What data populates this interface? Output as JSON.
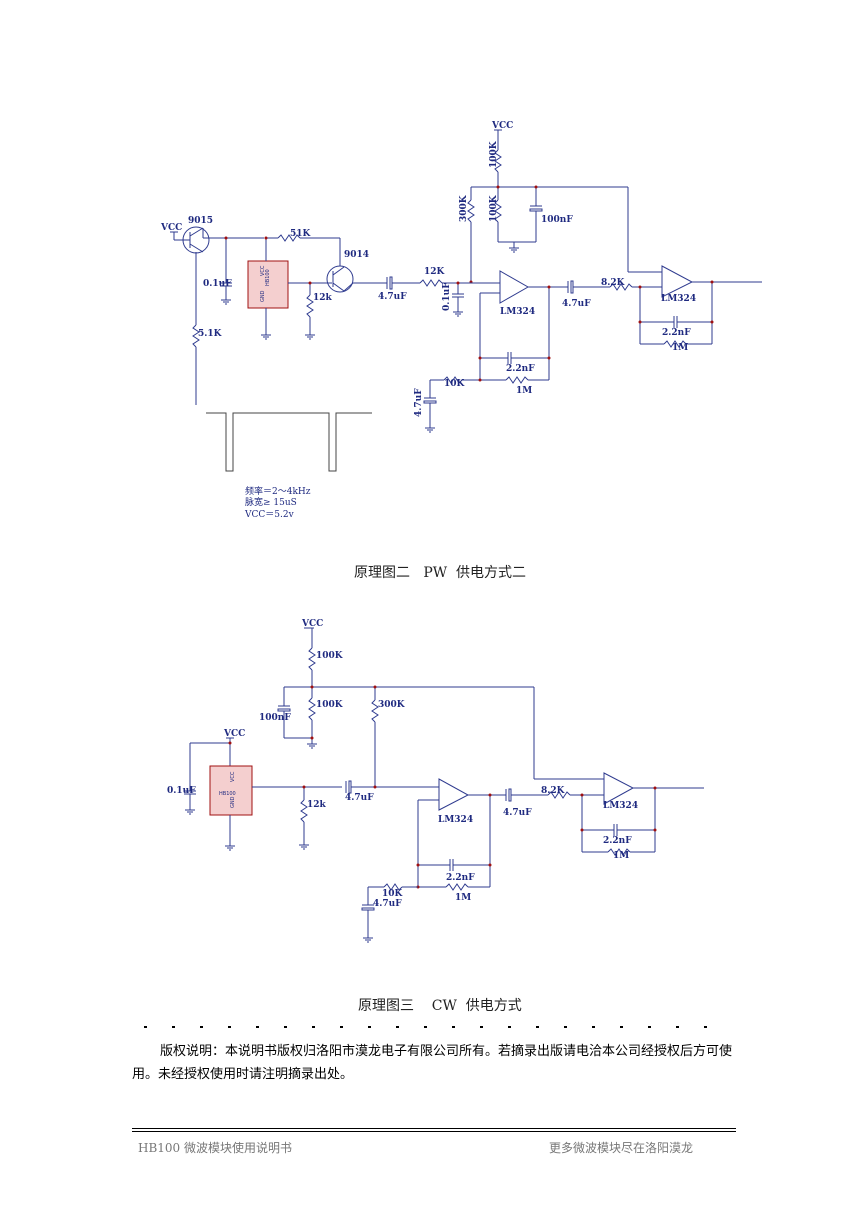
{
  "diagram1": {
    "labels": {
      "vcc_top": "VCC",
      "r_100k_a": "100K",
      "r_300k": "300K",
      "r_100k_b": "100K",
      "c_100nf": "100nF",
      "q9015": "9015",
      "vcc_left": "VCC",
      "r_51k": "51K",
      "q9014": "9014",
      "c_01uf_a": "0.1uF",
      "chip": "HB100",
      "chip_vcc": "VCC",
      "chip_gnd": "GND",
      "r_12k_a": "12k",
      "c_47uf_a": "4.7uF",
      "r_12k_b": "12K",
      "c_01uf_b": "0.1uF",
      "lm324_a": "LM324",
      "c_47uf_b": "4.7uF",
      "r_82k": "8.2K",
      "lm324_b": "LM324",
      "c_22nf_a": "2.2nF",
      "r_1m_a": "1M",
      "c_22nf_b": "2.2nF",
      "r_10k": "10K",
      "r_1m_b": "1M",
      "c_47uf_c": "4.7uF",
      "r_51k_b": "5.1K"
    },
    "notes": {
      "line1": "频率＝2～4kHz",
      "line2": "脉宽≥ 15uS",
      "line3": "VCC＝5.2v"
    },
    "caption": "原理图二   PW  供电方式二"
  },
  "diagram2": {
    "labels": {
      "vcc_top": "VCC",
      "r_100k_a": "100K",
      "c_100nf": "100nF",
      "r_100k_b": "100K",
      "r_300k": "300K",
      "vcc_chip": "VCC",
      "c_01uf": "0.1uF",
      "chip": "HB100",
      "chip_vcc": "VCC",
      "chip_gnd": "GND",
      "c_47uf_a": "4.7uF",
      "r_12k": "12k",
      "lm324_a": "LM324",
      "c_47uf_b": "4.7uF",
      "r_82k": "8.2K",
      "lm324_b": "LM324",
      "c_22nf_a": "2.2nF",
      "r_1m_a": "1M",
      "c_22nf_b": "2.2nF",
      "r_10k": "10K",
      "c_47uf_c": "4.7uF",
      "r_1m_b": "1M"
    },
    "caption": "原理图三    CW  供电方式"
  },
  "copyright": "版权说明：本说明书版权归洛阳市漠龙电子有限公司所有。若摘录出版请电洽本公司经授权后方可使用。未经授权使用时请注明摘录出处。",
  "footer": {
    "left": "HB100  微波模块使用说明书",
    "right": "更多微波模块尽在洛阳漠龙"
  }
}
